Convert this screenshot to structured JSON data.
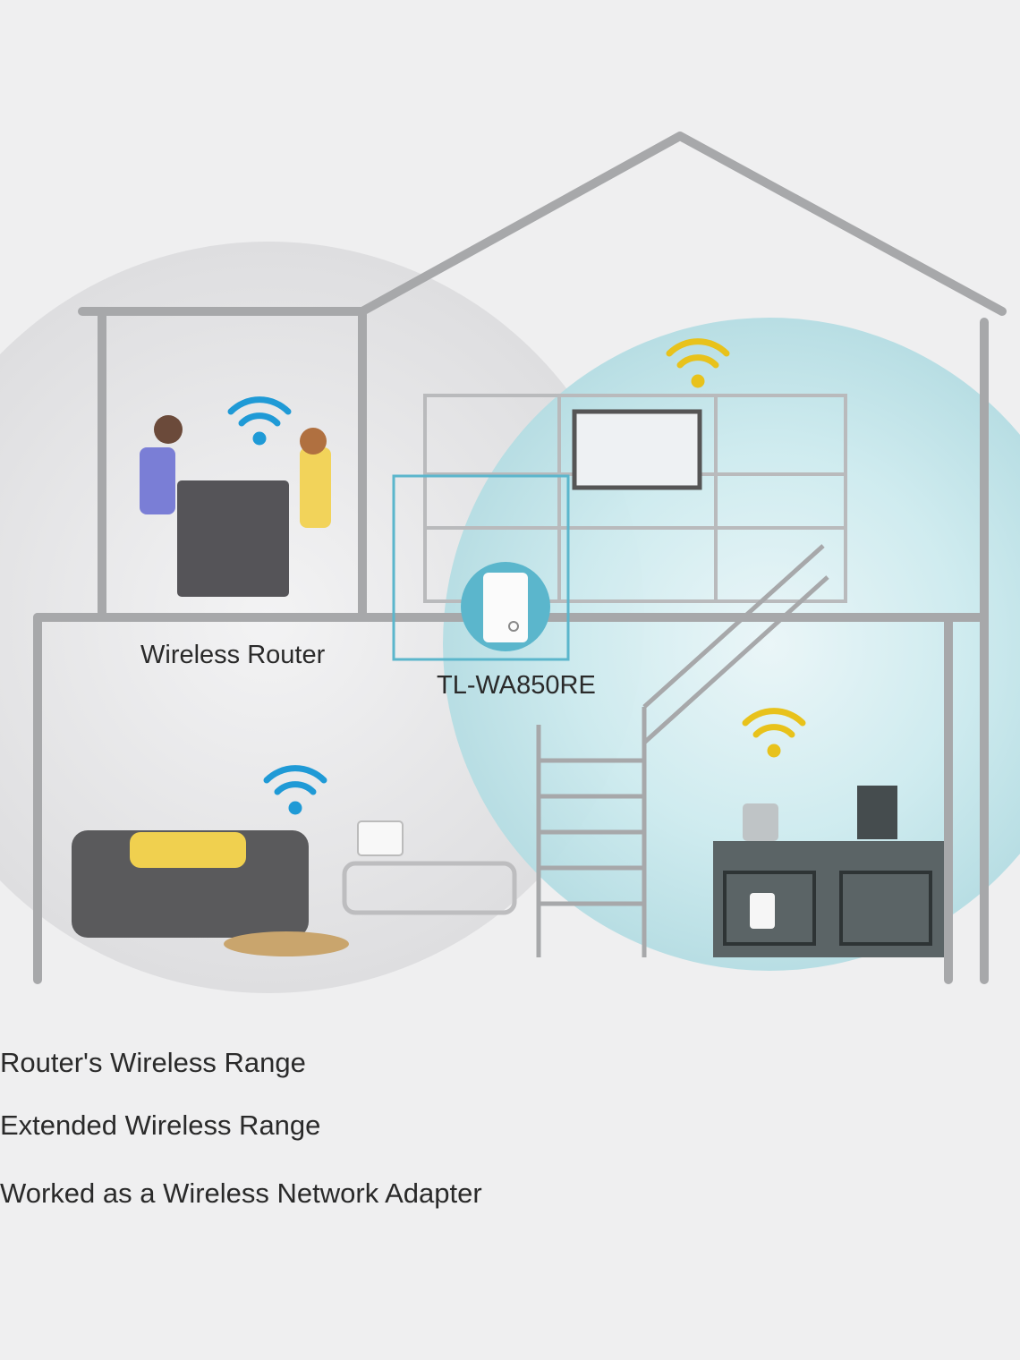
{
  "labels": {
    "router": "Wireless Router",
    "extender": "TL-WA850RE"
  },
  "legend": [
    {
      "label": "Router's Wireless Range"
    },
    {
      "label": "Extended Wireless Range"
    },
    {
      "label": "Worked as a Wireless Network Adapter"
    }
  ],
  "colors": {
    "background": "#efeff0",
    "house_outline": "#a7a8aa",
    "router_range": "#dcdcde",
    "extended_range": "#bfe2e7",
    "wifi_router": "#1f9ad6",
    "wifi_extended": "#e8c21b",
    "extender_highlight": "#5bb6cc"
  },
  "icons": [
    "wifi-icon-blue",
    "wifi-icon-yellow",
    "range-extender-icon",
    "router-device-icon"
  ]
}
